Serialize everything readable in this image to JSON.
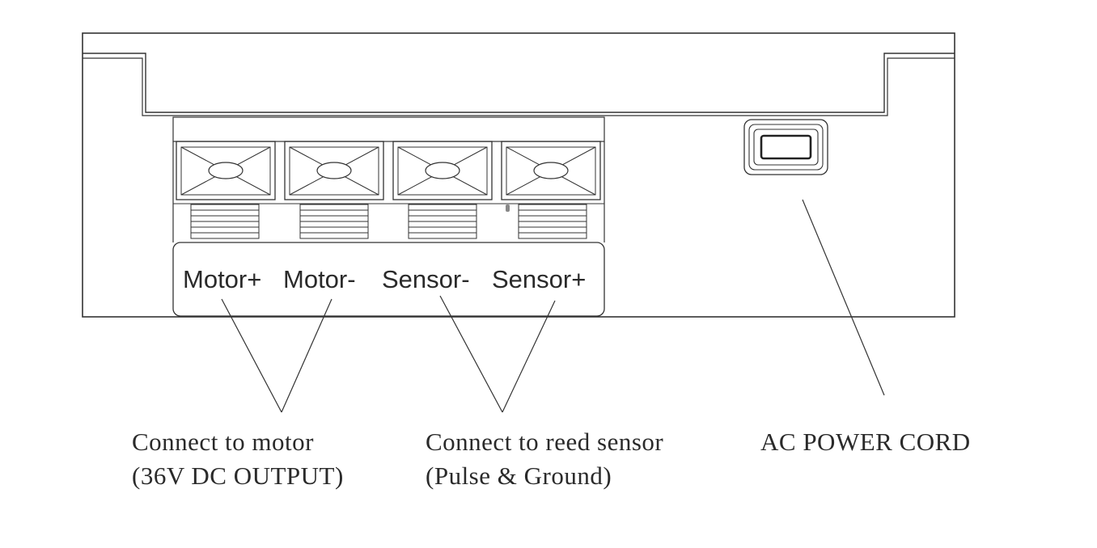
{
  "terminals": [
    {
      "label": "Motor+"
    },
    {
      "label": "Motor-"
    },
    {
      "label": "Sensor-"
    },
    {
      "label": "Sensor+"
    }
  ],
  "annotations": {
    "motor": {
      "line1": "Connect to motor",
      "line2": "(36V DC OUTPUT)"
    },
    "sensor": {
      "line1": "Connect to reed sensor",
      "line2": "(Pulse & Ground)"
    },
    "power": {
      "line1": "AC POWER CORD"
    }
  },
  "colors": {
    "line": "#333333",
    "text": "#2a2a2a",
    "background": "#ffffff"
  }
}
